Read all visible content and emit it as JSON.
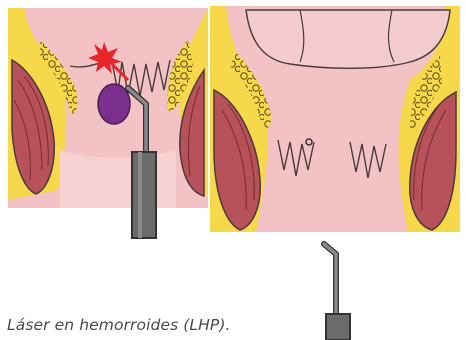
{
  "caption": "Láser en hemorroides (LHP).",
  "colors": {
    "tissue": "#f2c2c4",
    "tissue_outline": "#4a3a3a",
    "fat": "#f6d84a",
    "muscle": "#b8525a",
    "hemorrhoid": "#7a2f8e",
    "laser_flash": "#e8262a",
    "probe": "#6b6b6b"
  },
  "panels": [
    {
      "label": "",
      "icons": [
        "anal-canal",
        "hemorrhoid",
        "laser-flash",
        "laser-probe"
      ]
    },
    {
      "label": "",
      "icons": [
        "anal-canal",
        "treated-point",
        "laser-probe"
      ]
    }
  ]
}
